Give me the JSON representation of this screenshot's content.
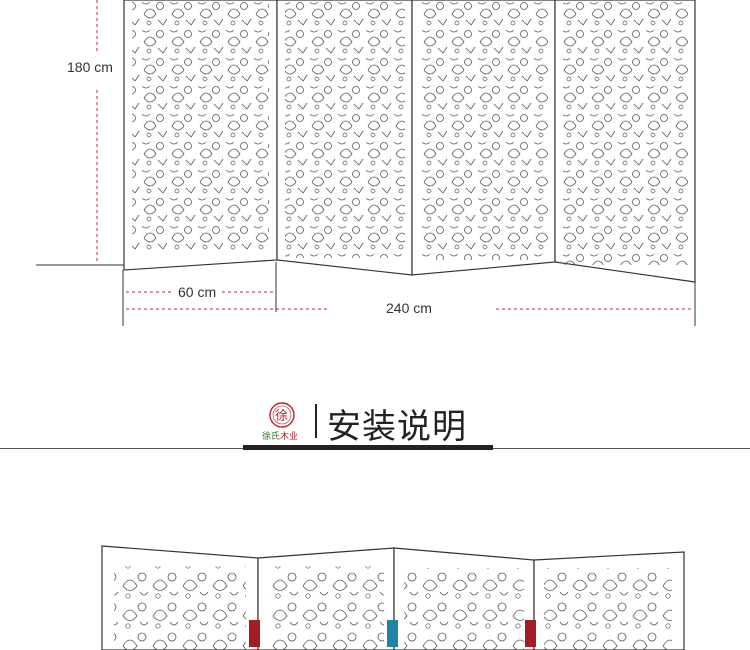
{
  "dimensions": {
    "height_label": "180 cm",
    "panel_width_label": "60 cm",
    "total_width_label": "240 cm"
  },
  "section": {
    "logo_brand": "徐氏",
    "logo_brand_suffix": "木业",
    "logo_seal_char": "徐",
    "title": "安装说明"
  },
  "colors": {
    "seal_red": "#b8262d",
    "brand_green": "#3a6e2e",
    "marker_red": "#a51c24",
    "marker_teal": "#1e86a4",
    "dimension_line": "#b8262d"
  }
}
